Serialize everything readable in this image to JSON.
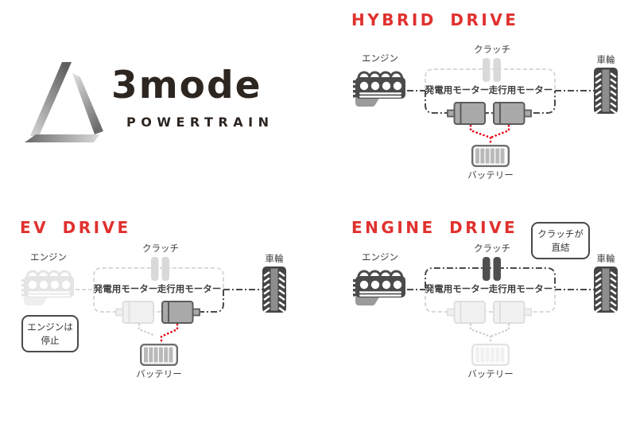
{
  "logo": {
    "brand": "3mode",
    "subtitle": "POWERTRAIN"
  },
  "colors": {
    "accent_red": "#e0312e",
    "flow_red": "#e60012",
    "active_dark": "#4a4a4a",
    "motor_gray": "#a9a9a9",
    "inactive_gray": "#e4e4e4",
    "wheel_dark": "#454545"
  },
  "shared_labels": {
    "engine": "エンジン",
    "clutch": "クラッチ",
    "generator_motor": "発電用モーター",
    "drive_motor": "走行用モーター",
    "battery": "バッテリー",
    "wheel": "車輪"
  },
  "diagrams": {
    "hybrid": {
      "title": "HYBRID DRIVE"
    },
    "ev": {
      "title": "EV DRIVE",
      "note_line1": "エンジンは",
      "note_line2": "停止"
    },
    "engine": {
      "title": "ENGINE DRIVE",
      "note_line1": "クラッチが",
      "note_line2": "直結"
    }
  }
}
